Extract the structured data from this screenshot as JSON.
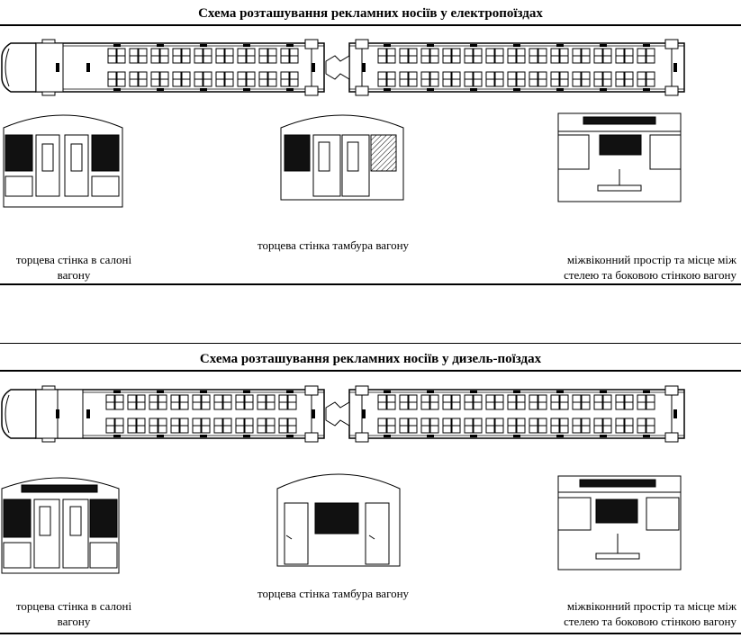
{
  "sections": [
    {
      "title": "Схема розташування рекламних носіїв у електропоїздах",
      "captions": {
        "saloon_end_wall": [
          "торцева стінка в салоні",
          "вагону"
        ],
        "vestibule_end_wall": [
          "торцева стінка тамбура вагону"
        ],
        "window_space": [
          "міжвіконний простір та місце між",
          "стелею та боковою стінкою вагону"
        ]
      }
    },
    {
      "title": "Схема розташування рекламних носіїв у дизель-поїздах",
      "captions": {
        "saloon_end_wall": [
          "торцева стінка в салоні",
          "вагону"
        ],
        "vestibule_end_wall": [
          "торцева стінка тамбура вагону"
        ],
        "window_space": [
          "міжвіконний простір та місце між",
          "стелею та боковою стінкою вагону"
        ]
      }
    }
  ],
  "colors": {
    "ad_panel": "#111111",
    "line": "#000000",
    "background": "#ffffff"
  }
}
